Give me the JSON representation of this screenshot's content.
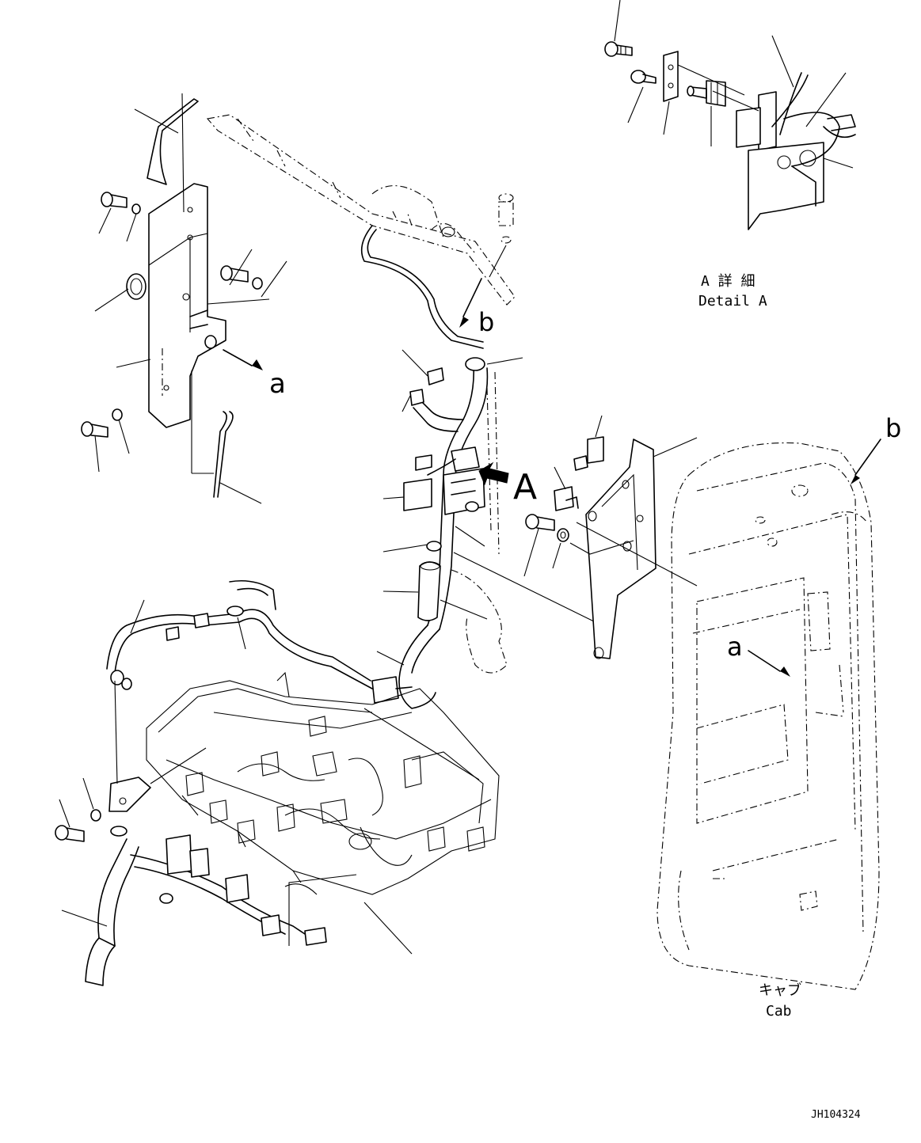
{
  "labels": {
    "detail_a_jp": "A 詳 細",
    "detail_a_en": "Detail A",
    "cab_jp": "キャブ",
    "cab_en": "Cab",
    "marker_a_upper": "A",
    "marker_a_left": "a",
    "marker_a_right": "a",
    "marker_b_center": "b",
    "marker_b_right": "b",
    "drawing_number": "JH104324"
  }
}
